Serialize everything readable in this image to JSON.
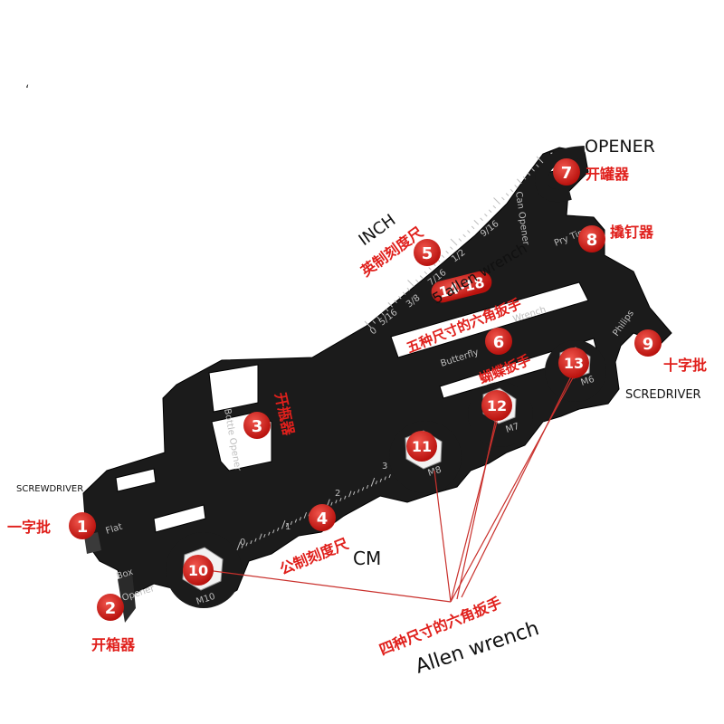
{
  "annotations": {
    "opener_en": "OPENER",
    "opener_cn": "开罐器",
    "pry_cn": "撬钉器",
    "inch_en": "INCH",
    "inch_cn": "英制刻度尺",
    "allen5_en": "5 allen wrench",
    "hex14_18": "14-18",
    "hex5_cn": "五种尺寸的六角扳手",
    "butterfly_cn": "蝴蝶扳手",
    "bottle_cn": "开瓶器",
    "phillips_cn": "十字批",
    "scredriver": "SCREDRIVER",
    "screwdriver": "SCREWDRIVER",
    "flat_cn": "一字批",
    "metric_cn": "公制刻度尺",
    "cm": "CM",
    "box_cn": "开箱器",
    "hex4_cn": "四种尺寸的六角扳手",
    "allen_en": "Allen wrench"
  },
  "badges": {
    "b1": "1",
    "b2": "2",
    "b3": "3",
    "b4": "4",
    "b5": "5",
    "b6": "6",
    "b7": "7",
    "b8": "8",
    "b9": "9",
    "b10": "10",
    "b11": "11",
    "b12": "12",
    "b13": "13"
  },
  "engravings": {
    "flat": "Flat",
    "box": "Box",
    "opener": "Opener",
    "bottle": "Bottle Opener",
    "butterfly": "Butterfly",
    "wrench": "Wrench",
    "can_opener": "Can Opener",
    "pry": "Pry Tip",
    "philips": "Philips",
    "m10": "M10",
    "m8": "M8",
    "m7": "M7",
    "m6": "M6",
    "cm0": "0",
    "cm1": "1",
    "cm2": "2",
    "cm3": "3",
    "in0": "0",
    "in5_16": "5/16",
    "in3_8": "3/8",
    "in7_16": "7/16",
    "in1_2": "1/2",
    "in9_16": "9/16"
  },
  "watermark": "‘",
  "colors": {
    "tool": "#1b1b1b",
    "badge": "#d42620",
    "annotation": "#e0201c",
    "leader": "#c9302c"
  }
}
